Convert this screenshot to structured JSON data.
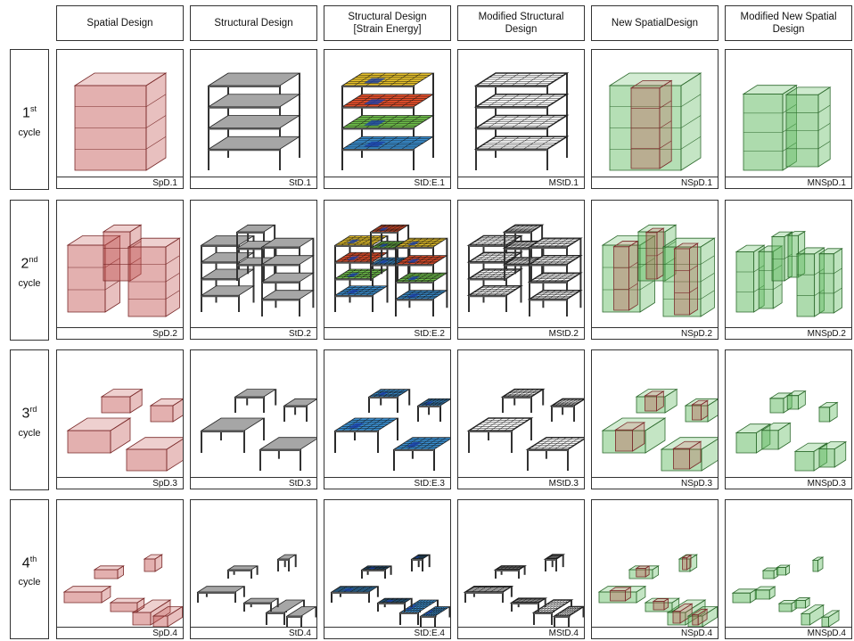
{
  "columns": [
    {
      "title": "Spatial Design",
      "style": "spatial"
    },
    {
      "title": "Structural Design",
      "style": "struct"
    },
    {
      "title": "Structural Design\n[Strain Energy]",
      "style": "strain"
    },
    {
      "title": "Modified Structural\nDesign",
      "style": "modstruct"
    },
    {
      "title": "New SpatialDesign",
      "style": "newspatial"
    },
    {
      "title": "Modified New Spatial\nDesign",
      "style": "modnew"
    }
  ],
  "rows": [
    {
      "ordinal": "1",
      "suffix": "st",
      "word": "cycle",
      "labels": [
        "SpD.1",
        "StD.1",
        "StD:E.1",
        "MStD.1",
        "NSpD.1",
        "MNSpD.1"
      ]
    },
    {
      "ordinal": "2",
      "suffix": "nd",
      "word": "cycle",
      "labels": [
        "SpD.2",
        "StD.2",
        "StD:E.2",
        "MStD.2",
        "NSpD.2",
        "MNSpD.2"
      ]
    },
    {
      "ordinal": "3",
      "suffix": "rd",
      "word": "cycle",
      "labels": [
        "SpD.3",
        "StD.3",
        "StD:E.3",
        "MStD.3",
        "NSpD.3",
        "MNSpD.3"
      ]
    },
    {
      "ordinal": "4",
      "suffix": "th",
      "word": "cycle",
      "labels": [
        "SpD.4",
        "StD.4",
        "StD:E.4",
        "MStD.4",
        "NSpD.4",
        "MNSpD.4"
      ]
    }
  ],
  "colors": {
    "spatial": "#c0504d",
    "green": "#5cb85c",
    "struct": "#9a9a9a",
    "dark": "#222222"
  }
}
